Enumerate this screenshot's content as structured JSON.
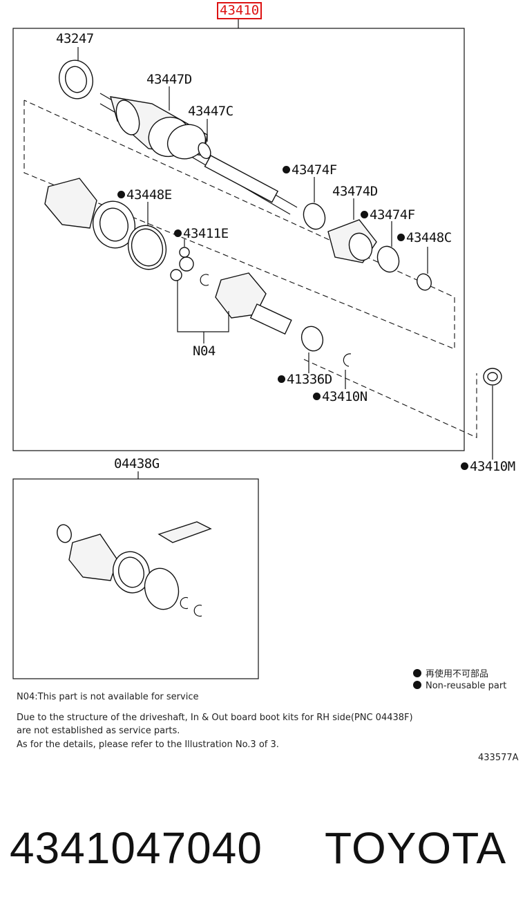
{
  "diagram": {
    "main_part_number": "43410",
    "labels": {
      "p43247": "43247",
      "p43447D": "43447D",
      "p43447C": "43447C",
      "p43474F_a": "43474F",
      "p43474D": "43474D",
      "p43474F_b": "43474F",
      "p43448E": "43448E",
      "p43448C": "43448C",
      "p43411E": "43411E",
      "pN04": "N04",
      "p41336D": "41336D",
      "p43410N": "43410N",
      "p43410M": "43410M",
      "p04438G": "04438G"
    },
    "legend": {
      "japanese": "再使用不可部品",
      "english": "Non-reusable part"
    },
    "notes": {
      "n04": "N04:This part is not available for service",
      "line1": "Due to the structure of the driveshaft, In & Out board boot kits for RH side(PNC 04438F)",
      "line2": "are not established as service parts.",
      "line3": "As for the details, please refer to the Illustration No.3 of 3."
    },
    "illustration_code": "433577A"
  },
  "footer": {
    "part_number": "4341047040",
    "brand": "TOYOTA"
  }
}
